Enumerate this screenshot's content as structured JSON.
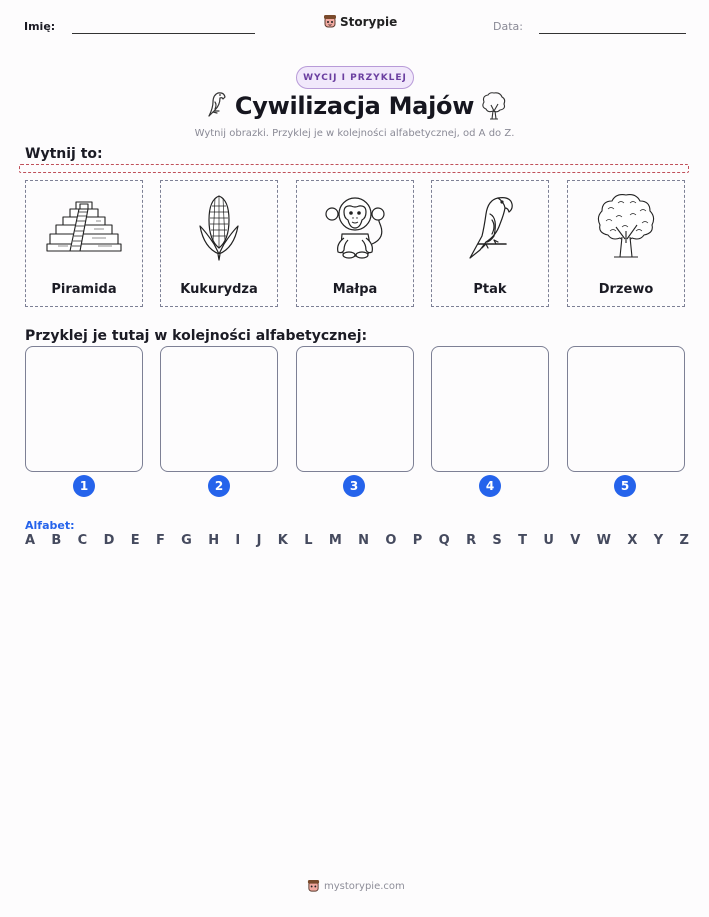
{
  "header": {
    "name_label": "Imię:",
    "date_label": "Data:",
    "brand": "Storypie"
  },
  "badge": "WYCIJ I PRZYKLEJ",
  "title": "Cywilizacja Majów",
  "subtitle": "Wytnij obrazki. Przyklej je w kolejności alfabetycznej, od A do Z.",
  "cut_section": {
    "title": "Wytnij to:",
    "cards": [
      {
        "label": "Piramida",
        "icon": "pyramid-icon"
      },
      {
        "label": "Kukurydza",
        "icon": "corn-icon"
      },
      {
        "label": "Małpa",
        "icon": "monkey-icon"
      },
      {
        "label": "Ptak",
        "icon": "parrot-icon"
      },
      {
        "label": "Drzewo",
        "icon": "tree-icon"
      }
    ]
  },
  "paste_section": {
    "title": "Przyklej je tutaj w kolejności alfabetycznej:",
    "numbers": [
      "1",
      "2",
      "3",
      "4",
      "5"
    ]
  },
  "alphabet": {
    "title": "Alfabet:",
    "letters": [
      "A",
      "B",
      "C",
      "D",
      "E",
      "F",
      "G",
      "H",
      "I",
      "J",
      "K",
      "L",
      "M",
      "N",
      "O",
      "P",
      "Q",
      "R",
      "S",
      "T",
      "U",
      "V",
      "W",
      "X",
      "Y",
      "Z"
    ]
  },
  "footer": {
    "site": "mystorypie.com"
  },
  "colors": {
    "accent_blue": "#2563eb",
    "badge_purple": "#6b3fa0",
    "cut_red": "#c0505a"
  }
}
